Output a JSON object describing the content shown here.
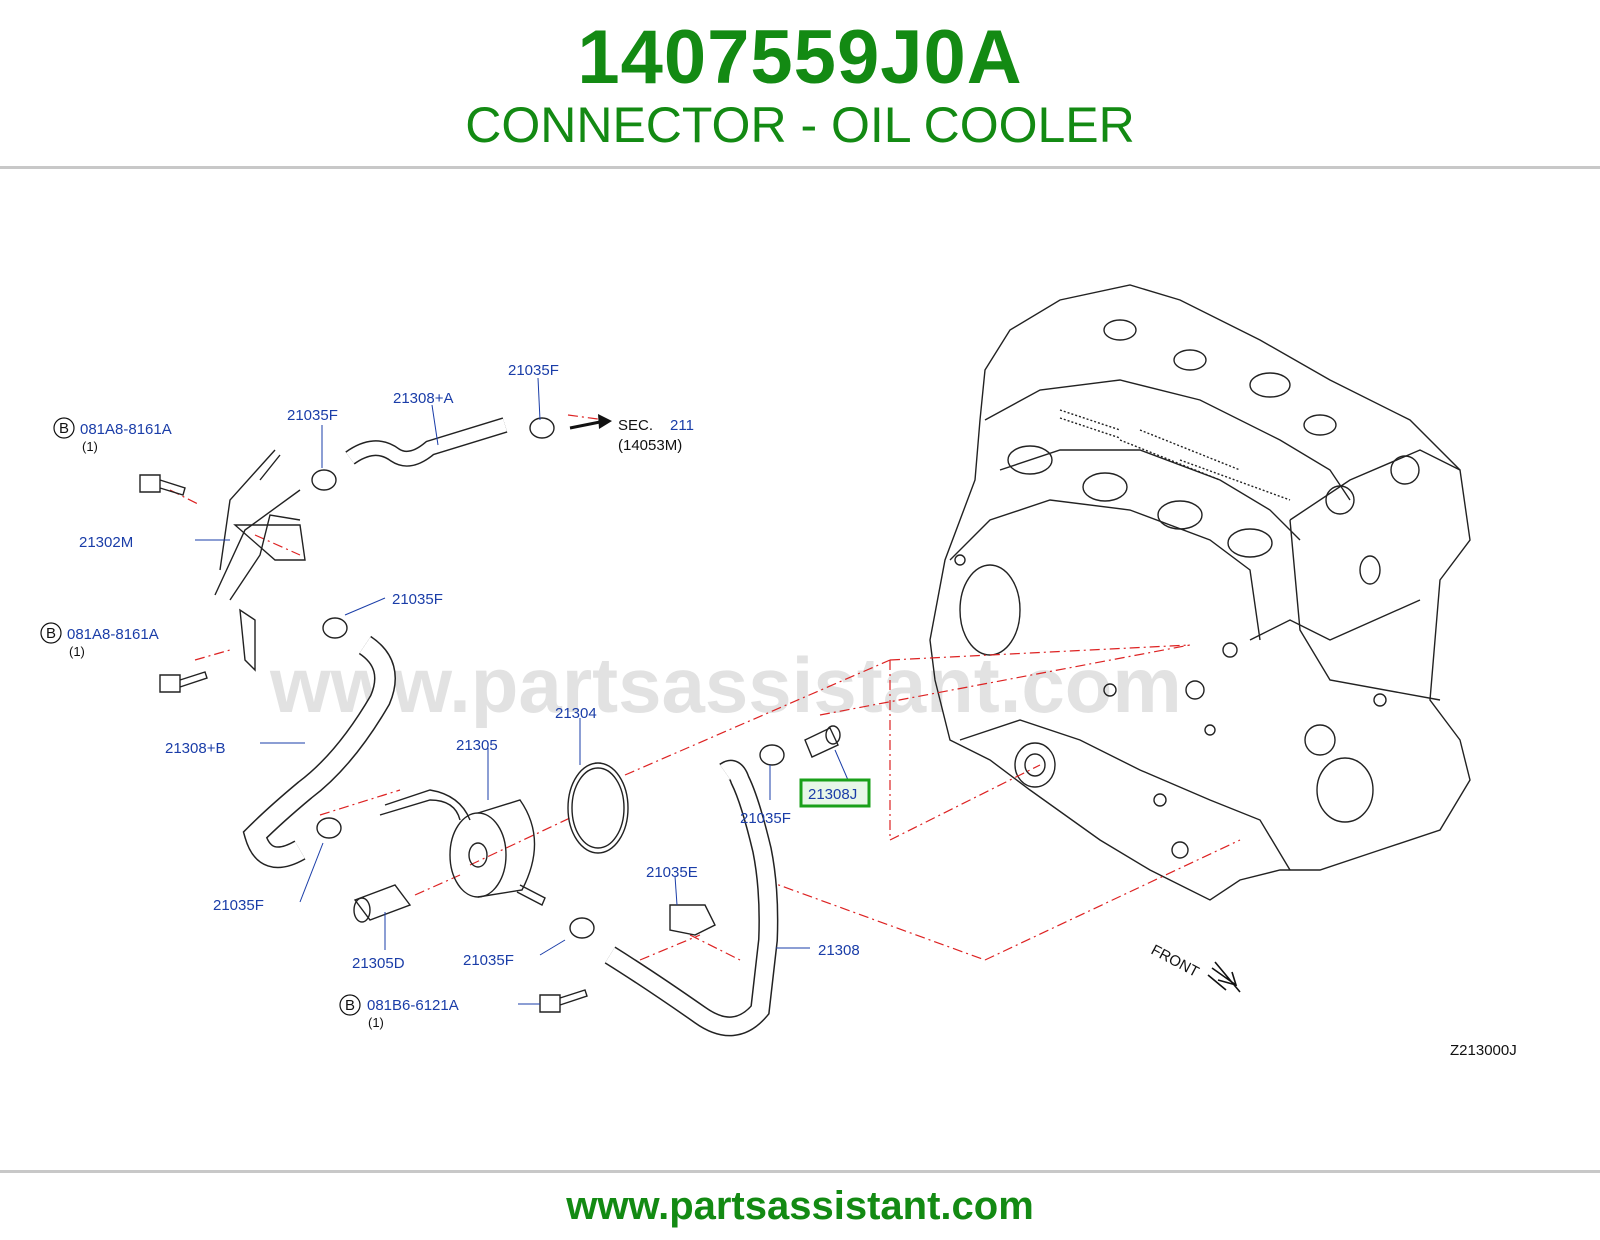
{
  "header": {
    "part_number": "1407559J0A",
    "part_name": "CONNECTOR - OIL COOLER"
  },
  "footer": {
    "url": "www.partsassistant.com"
  },
  "diagram": {
    "watermark": "www.partsassistant.com",
    "code": "Z213000J",
    "front_label": "FRONT",
    "sec_ref": {
      "prefix": "SEC.",
      "number": "211",
      "sub": "(14053M)"
    },
    "highlight_color": "#1aa01a",
    "bolts": [
      {
        "circle": "B",
        "number": "081A8-8161A",
        "qty": "(1)"
      },
      {
        "circle": "B",
        "number": "081A8-8161A",
        "qty": "(1)"
      },
      {
        "circle": "B",
        "number": "081B6-6121A",
        "qty": "(1)"
      }
    ],
    "labels": {
      "c21035f_top1": "21035F",
      "c21035f_top2": "21035F",
      "hose_a": "21308+A",
      "pipe_m": "21302M",
      "c21035f_mid": "21035F",
      "hose_b": "21308+B",
      "c21035f_low": "21035F",
      "cooler": "21305",
      "oring": "21304",
      "connector_d": "21305D",
      "c21035f_bot": "21035F",
      "c21035e": "21035E",
      "hose": "21308",
      "c21035f_right": "21035F",
      "connector_j": "21308J"
    }
  }
}
